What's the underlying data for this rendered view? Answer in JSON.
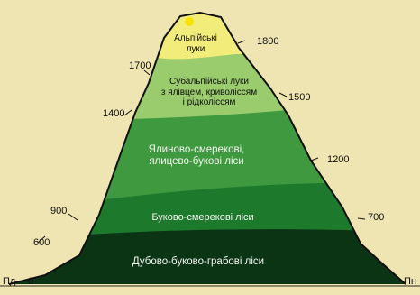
{
  "directions": {
    "left": "Пд",
    "right": "Пн"
  },
  "altitudes": {
    "left": [
      "0",
      "600",
      "900",
      "1400",
      "1700"
    ],
    "right": [
      "700",
      "1200",
      "1500",
      "1800"
    ]
  },
  "zones": [
    {
      "line1": "Альпійські",
      "line2": "луки",
      "color": "#f2ec7a"
    },
    {
      "line1": "Субальпійські луки",
      "line2": "з ялівцем, криволіссям",
      "line3": "і рідколіссям",
      "color": "#9acb6c"
    },
    {
      "line1": "Ялиново-смерекові,",
      "line2": "ялицево-букові ліси",
      "color": "#3f9a3f"
    },
    {
      "line1": "Буково-смерекові ліси",
      "color": "#1d7a2d"
    },
    {
      "line1": "Дубово-буково-грабові ліси",
      "color": "#0b3415"
    }
  ],
  "colors": {
    "background": "#efe5b3",
    "summit_dot": "#f7e200"
  }
}
